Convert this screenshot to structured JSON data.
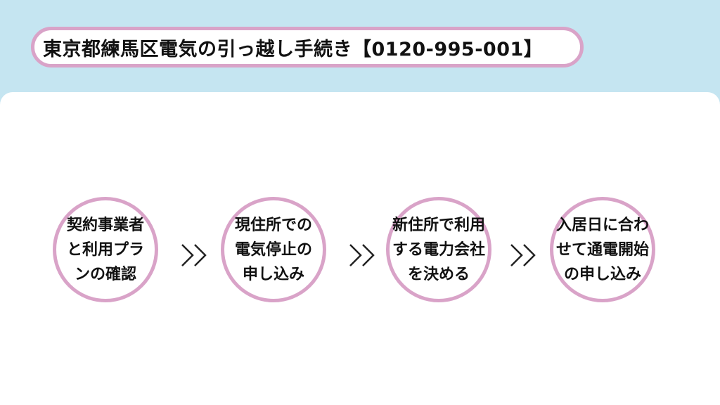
{
  "title": "東京都練馬区電気の引っ越し手続き【0120-995-001】",
  "colors": {
    "top_background": "#c5e5f1",
    "panel_background": "#ffffff",
    "accent_pink": "#d9a3c8",
    "text": "#111111",
    "arrow": "#222222"
  },
  "steps": [
    {
      "lines": [
        "契約事業者",
        "と利用プラ",
        "ンの確認"
      ]
    },
    {
      "lines": [
        "現住所での",
        "電気停止の",
        "申し込み"
      ]
    },
    {
      "lines": [
        "新住所で利用",
        "する電力会社",
        "を決める"
      ]
    },
    {
      "lines": [
        "入居日に合わ",
        "せて通電開始",
        "の申し込み"
      ]
    }
  ],
  "connector_icon": "double-chevron-right-icon"
}
